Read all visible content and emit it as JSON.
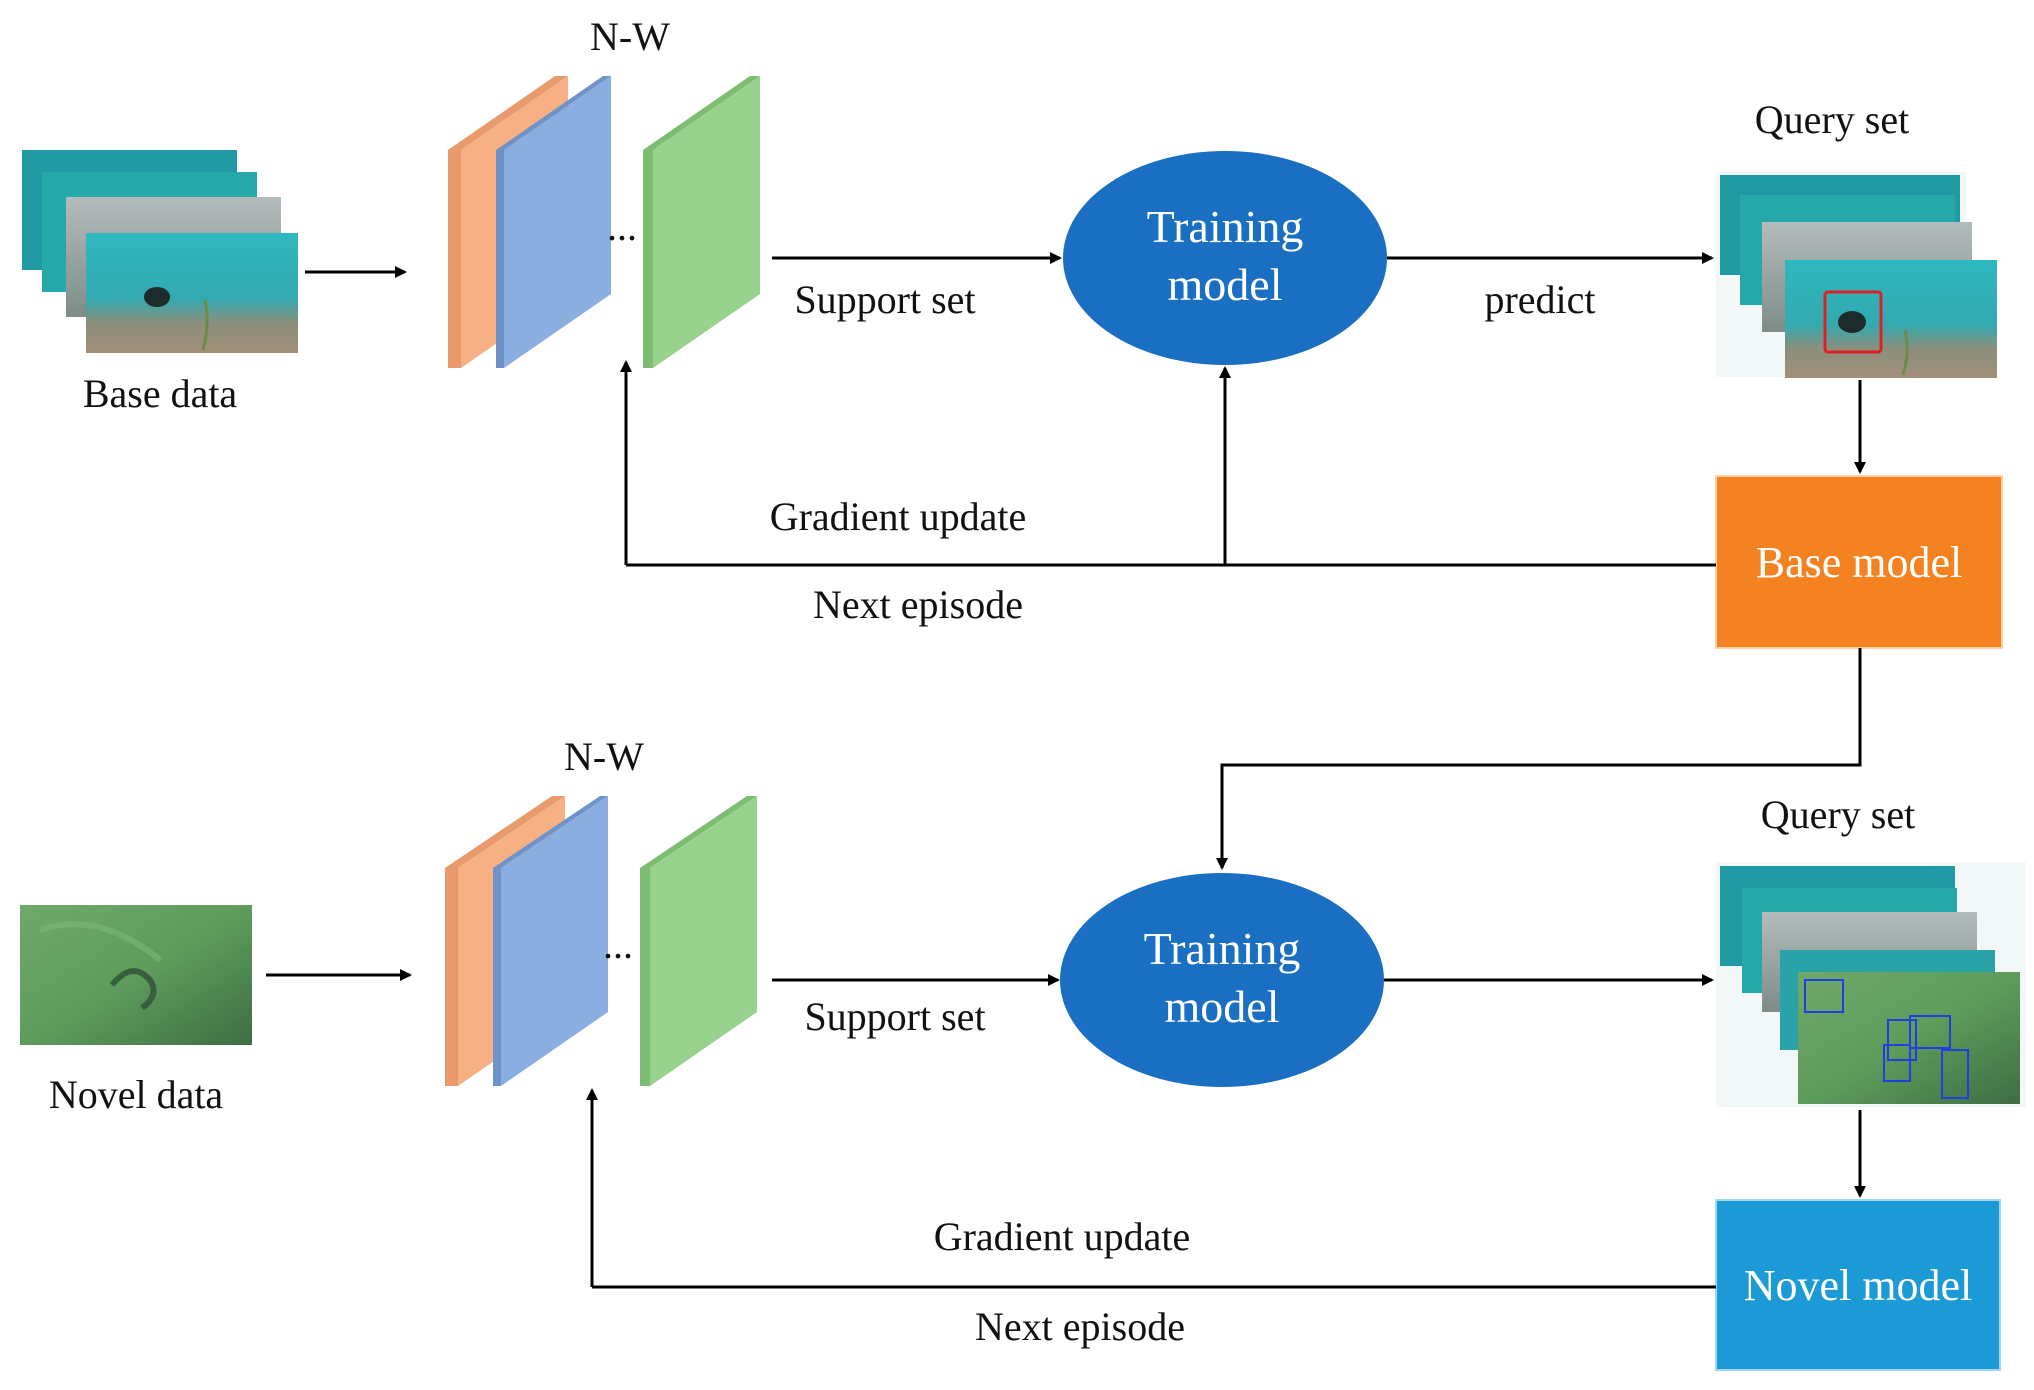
{
  "top": {
    "input_label": "Base data",
    "layers_label": "N-W",
    "ellipsis": "...",
    "support_label": "Support set",
    "model_line1": "Training",
    "model_line2": "model",
    "predict_label": "predict",
    "query_label": "Query set",
    "output_box": "Base model",
    "gradient_label": "Gradient update",
    "episode_label": "Next episode"
  },
  "bottom": {
    "input_label": "Novel data",
    "layers_label": "N-W",
    "ellipsis": "...",
    "support_label": "Support set",
    "model_line1": "Training",
    "model_line2": "model",
    "query_label": "Query set",
    "output_box": "Novel model",
    "gradient_label": "Gradient update",
    "episode_label": "Next episode"
  },
  "colors": {
    "ellipse": "#1b6fc2",
    "base_box": "#f58220",
    "novel_box": "#1c9ad6",
    "layer_orange": "#f6b083",
    "layer_blue": "#8aaee0",
    "layer_green": "#97d38c",
    "underwater": "#2fb3b5",
    "novel_image": "#5c9a5c"
  }
}
